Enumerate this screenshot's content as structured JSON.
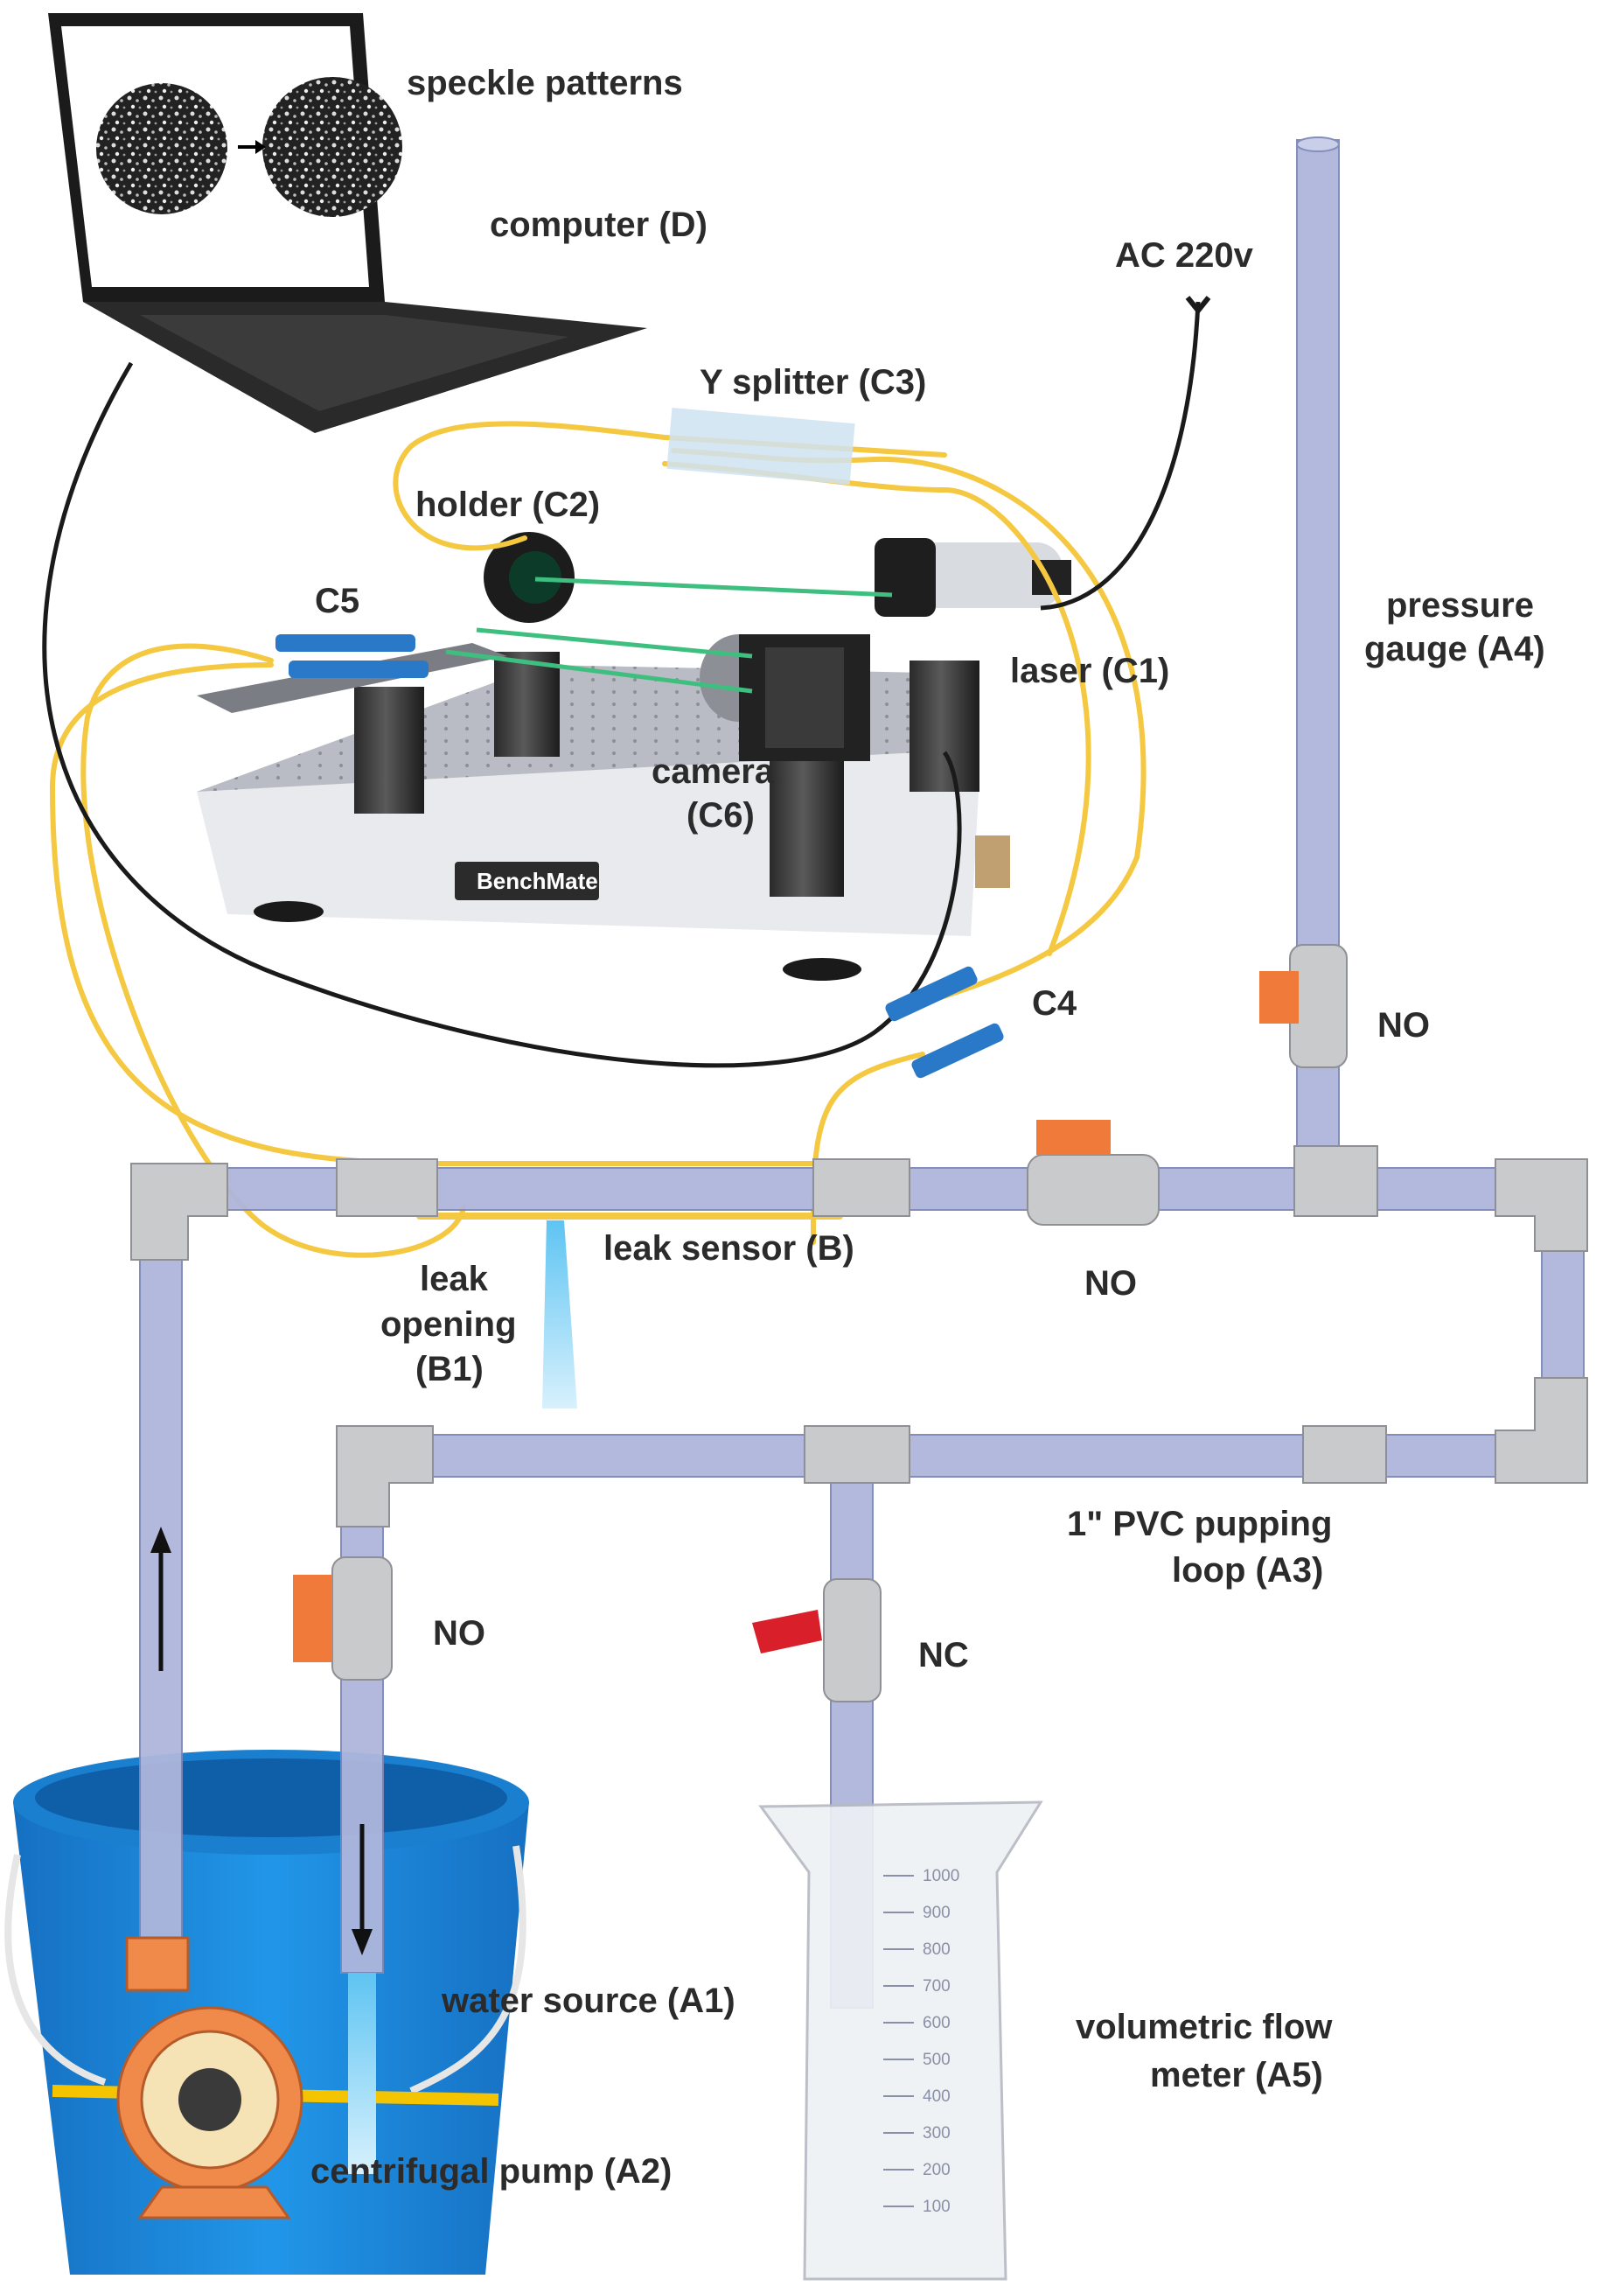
{
  "labels": {
    "speckle": "speckle patterns",
    "computer": "computer (D)",
    "ac": "AC 220v",
    "splitter": "Y splitter (C3)",
    "holder": "holder (C2)",
    "c5": "C5",
    "laser": "laser (C1)",
    "camera_1": "camera",
    "camera_2": "(C6)",
    "pressure_1": "pressure",
    "pressure_2": "gauge (A4)",
    "c4": "C4",
    "valve_top": "NO",
    "valve_mid": "NO",
    "leak_sensor": "leak sensor (B)",
    "leak_open_1": "leak",
    "leak_open_2": "opening",
    "leak_open_3": "(B1)",
    "pvc_1": "1\" PVC pupping",
    "pvc_2": "loop (A3)",
    "valve_left": "NO",
    "valve_nc": "NC",
    "water_source": "water source (A1)",
    "flow_1": "volumetric flow",
    "flow_2": "meter (A5)",
    "pump": "centrifugal pump (A2)",
    "brand": "BenchMate"
  },
  "beaker_ticks": [
    "1000",
    "900",
    "800",
    "700",
    "600",
    "500",
    "400",
    "300",
    "200",
    "100"
  ],
  "colors": {
    "pipe": "#aeb6dc",
    "pipe_edge": "#7e88b8",
    "fitting": "#c9cacc",
    "fiber": "#f5c842",
    "beam": "#3fbf7f",
    "bucket": "#1e88d6",
    "pump": "#f08a4b",
    "valve_handle": "#f07a3a",
    "nc_handle": "#d9202a",
    "water": "#7fd0f5"
  }
}
